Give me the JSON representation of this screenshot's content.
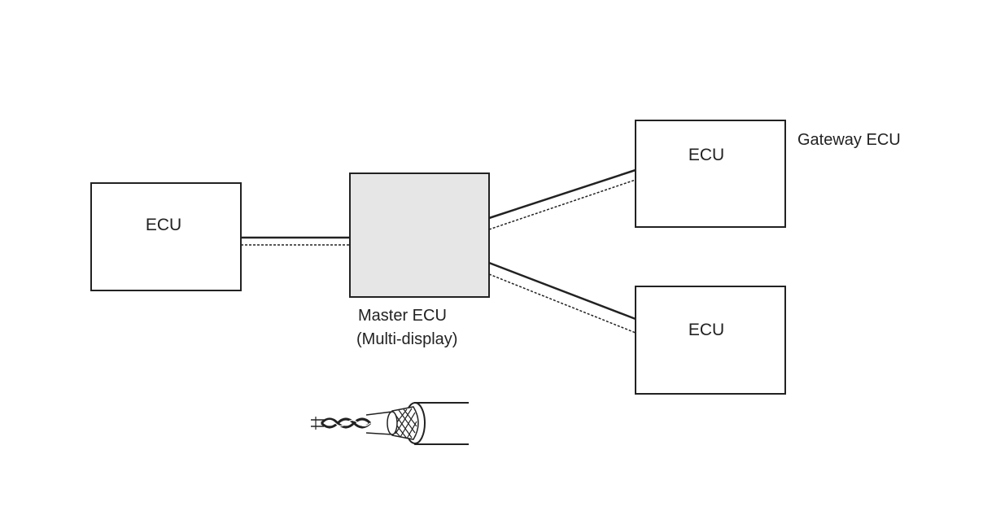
{
  "diagram": {
    "nodes": {
      "left_ecu": {
        "label": "ECU"
      },
      "master_ecu": {
        "caption_line1": "Master ECU",
        "caption_line2": "(Multi-display)"
      },
      "gateway_ecu": {
        "label": "ECU",
        "caption": "Gateway ECU"
      },
      "bottom_ecu": {
        "label": "ECU"
      }
    },
    "connections": [
      {
        "from": "left_ecu",
        "to": "master_ecu",
        "style": "twisted-pair"
      },
      {
        "from": "master_ecu",
        "to": "gateway_ecu",
        "style": "twisted-pair"
      },
      {
        "from": "master_ecu",
        "to": "bottom_ecu",
        "style": "twisted-pair"
      }
    ],
    "legend": {
      "icon": "shielded-twisted-pair-cable-icon"
    },
    "colors": {
      "master_fill": "#e6e6e6",
      "box_fill": "#ffffff",
      "stroke": "#222222"
    }
  }
}
